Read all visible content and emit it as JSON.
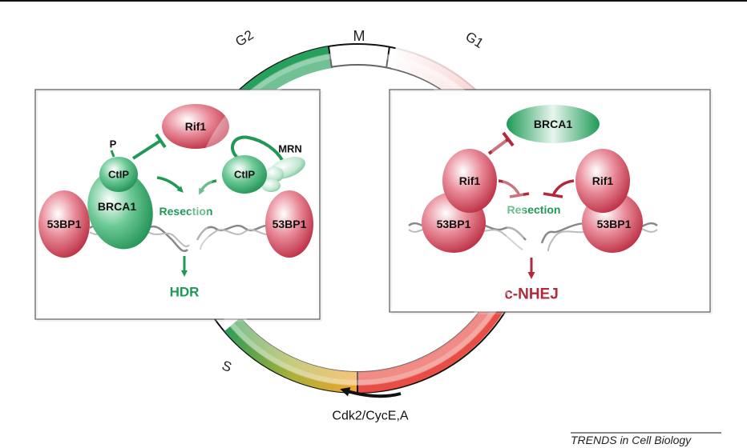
{
  "cycle": {
    "phases": {
      "g2": "G2",
      "m": "M",
      "g1": "G1",
      "s": "S"
    },
    "kinase_label": "Cdk2/CycE,A"
  },
  "hdr_panel": {
    "rif1": "Rif1",
    "ctip_left": "CtIP",
    "ctip_right": "CtIP",
    "phospho": "P",
    "mrn": "MRN",
    "brca1": "BRCA1",
    "bp1_left": "53BP1",
    "bp1_right": "53BP1",
    "resection": "Resection",
    "outcome": "HDR"
  },
  "nhej_panel": {
    "brca1": "BRCA1",
    "rif1_left": "Rif1",
    "rif1_right": "Rif1",
    "bp1_left": "53BP1",
    "bp1_right": "53BP1",
    "resection": "Resection",
    "outcome": "c-NHEJ"
  },
  "credit": "TRENDS in Cell Biology",
  "colors": {
    "hdr_green": "#1e9a56",
    "nhej_red": "#b02a3c",
    "s_phase_orange": "#f0a030",
    "g1_red": "#e8453c"
  }
}
